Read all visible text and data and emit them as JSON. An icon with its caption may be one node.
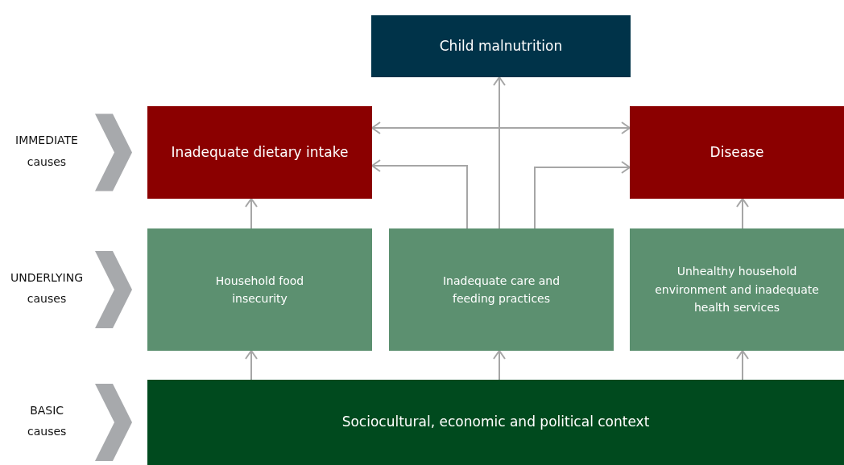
{
  "diagram": {
    "nodes": [
      {
        "text": [
          "Child malnutrition"
        ]
      },
      {
        "text": [
          "Inadequate dietary intake"
        ]
      },
      {
        "text": [
          "Disease"
        ]
      },
      {
        "text": [
          "Household food insecurity"
        ]
      },
      {
        "text": [
          "Inadequate care and feeding practices"
        ]
      },
      {
        "text": [
          "Unhealthy household environment and inadequate health services"
        ]
      },
      {
        "text": [
          "Sociocultural, economic and political context"
        ]
      }
    ],
    "edges": [
      {
        "from": 1,
        "to": 2,
        "arrow": "both"
      },
      {
        "from": 4,
        "to": 0,
        "arrow": "to"
      },
      {
        "from": 4,
        "to": 1,
        "arrow": "to"
      },
      {
        "from": 4,
        "to": 2,
        "arrow": "to"
      },
      {
        "from": 3,
        "to": 1,
        "arrow": "to"
      },
      {
        "from": 5,
        "to": 2,
        "arrow": "to"
      },
      {
        "from": 6,
        "to": 3,
        "arrow": "to"
      },
      {
        "from": 6,
        "to": 4,
        "arrow": "to"
      },
      {
        "from": 6,
        "to": 5,
        "arrow": "to"
      }
    ],
    "labels": [
      "IMMEDIATE causes",
      "UNDERLYING causes",
      "BASIC causes"
    ]
  }
}
